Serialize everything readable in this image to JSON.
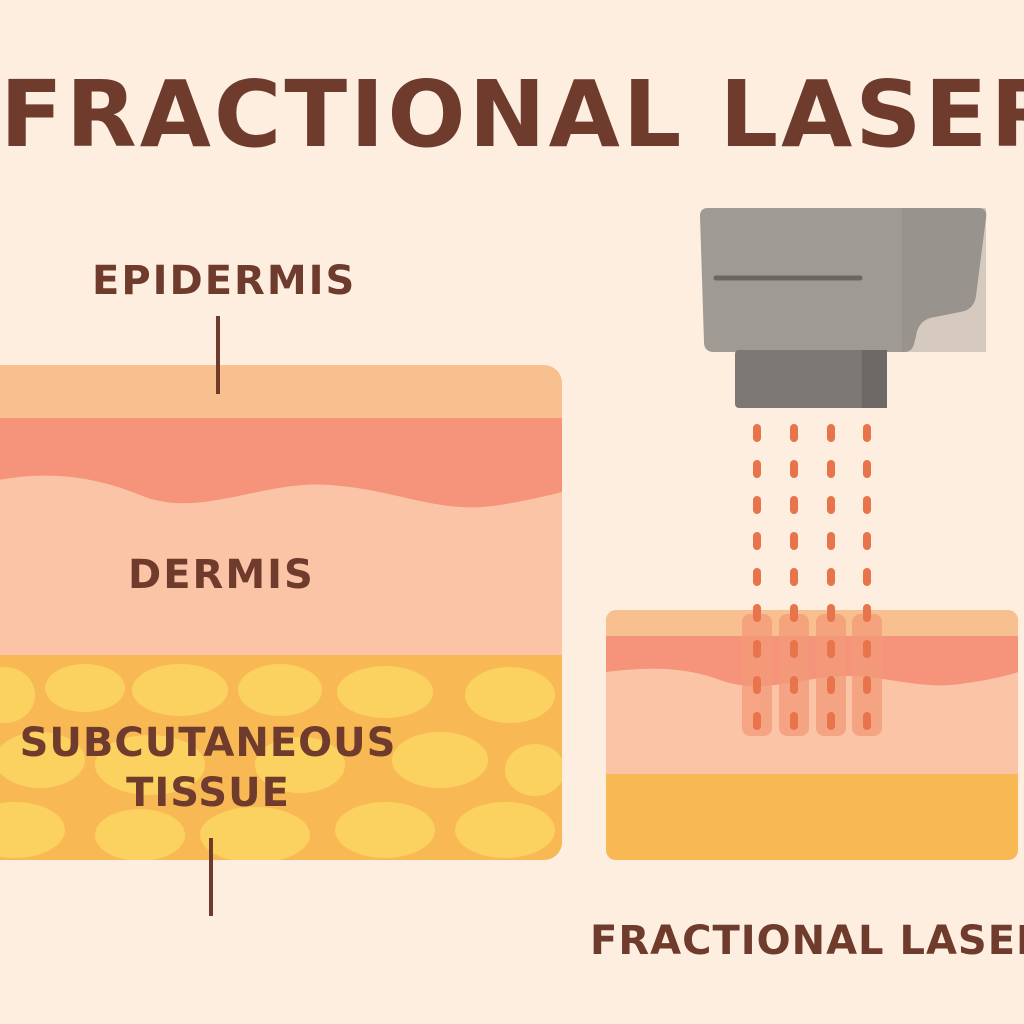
{
  "title": "FRACTIONAL LASER",
  "labels": {
    "epidermis": "EPIDERMIS",
    "dermis": "DERMIS",
    "subcutaneous_line1": "SUBCUTANEOUS",
    "subcutaneous_line2": "TISSUE",
    "device": "FRACTIONAL LASER"
  },
  "colors": {
    "background": "#fdeee0",
    "text": "#6e3b2c",
    "epidermis_top": "#f9c08f",
    "epidermis": "#f5947a",
    "dermis": "#fbc4a6",
    "subcutaneous": "#f8b955",
    "fat_cells": "#fbd160",
    "device_body": "#a09a95",
    "device_head": "#7d7874",
    "laser_beam": "#e8744c"
  }
}
